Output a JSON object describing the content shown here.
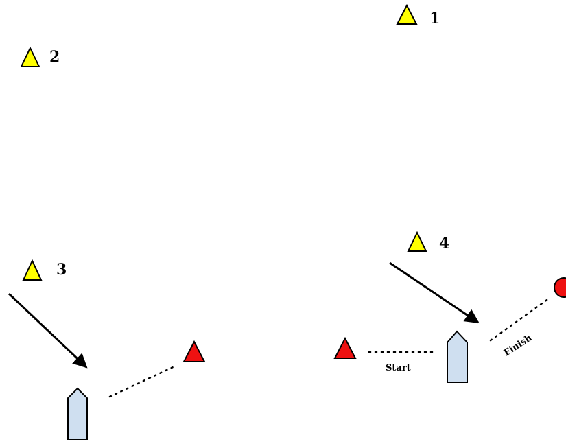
{
  "colors": {
    "course_mark": "#ffff00",
    "line_mark": "#ee1111",
    "boat": "#cfdff0",
    "outline": "#000000"
  },
  "course_marks": [
    {
      "label": "1"
    },
    {
      "label": "2"
    },
    {
      "label": "3"
    },
    {
      "label": "4"
    }
  ],
  "line_labels": {
    "start": "Start",
    "finish": "Finish"
  }
}
